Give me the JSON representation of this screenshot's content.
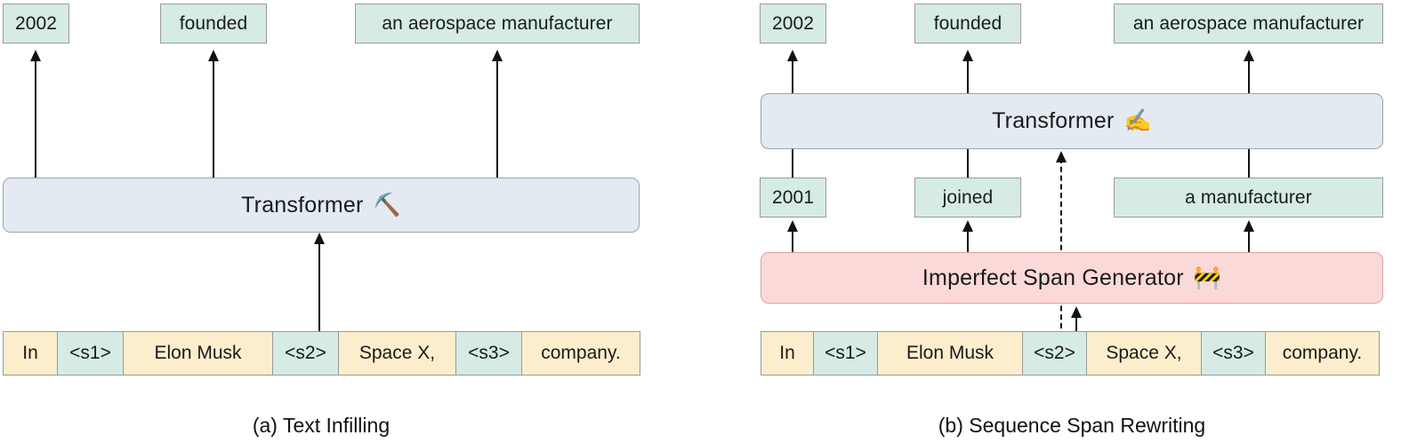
{
  "figure": {
    "panels": [
      {
        "id": "a",
        "caption": "(a) Text Infilling",
        "outputs": [
          {
            "label": "2002"
          },
          {
            "label": "founded"
          },
          {
            "label": "an aerospace manufacturer"
          }
        ],
        "model": {
          "label": "Transformer",
          "emoji": "⛏️",
          "emoji_name": "pick-shovel-digging-emoji"
        },
        "input_tokens": [
          {
            "text": "In",
            "kind": "word"
          },
          {
            "text": "<s1>",
            "kind": "sentinel"
          },
          {
            "text": "Elon Musk",
            "kind": "word"
          },
          {
            "text": "<s2>",
            "kind": "sentinel"
          },
          {
            "text": "Space X,",
            "kind": "word"
          },
          {
            "text": "<s3>",
            "kind": "sentinel"
          },
          {
            "text": "company.",
            "kind": "word"
          }
        ]
      },
      {
        "id": "b",
        "caption": "(b) Sequence Span Rewriting",
        "outputs": [
          {
            "label": "2002"
          },
          {
            "label": "founded"
          },
          {
            "label": "an aerospace manufacturer"
          }
        ],
        "model": {
          "label": "Transformer",
          "emoji": "✍️",
          "emoji_name": "writing-hand-emoji"
        },
        "intermediate_spans": [
          {
            "label": "2001"
          },
          {
            "label": "joined"
          },
          {
            "label": "a manufacturer"
          }
        ],
        "generator": {
          "label": "Imperfect Span Generator",
          "emoji": "🚧",
          "emoji_name": "construction-sign-emoji"
        },
        "input_tokens": [
          {
            "text": "In",
            "kind": "word"
          },
          {
            "text": "<s1>",
            "kind": "sentinel"
          },
          {
            "text": "Elon Musk",
            "kind": "word"
          },
          {
            "text": "<s2>",
            "kind": "sentinel"
          },
          {
            "text": "Space X,",
            "kind": "word"
          },
          {
            "text": "<s3>",
            "kind": "sentinel"
          },
          {
            "text": "company.",
            "kind": "word"
          }
        ]
      }
    ]
  },
  "colors": {
    "span_box": "#d6ebe5",
    "word_token": "#fceecd",
    "transformer_box": "#e3eaf2",
    "generator_box": "#fcd9d9",
    "arrow": "#111111",
    "border": "#9a9a9a"
  }
}
